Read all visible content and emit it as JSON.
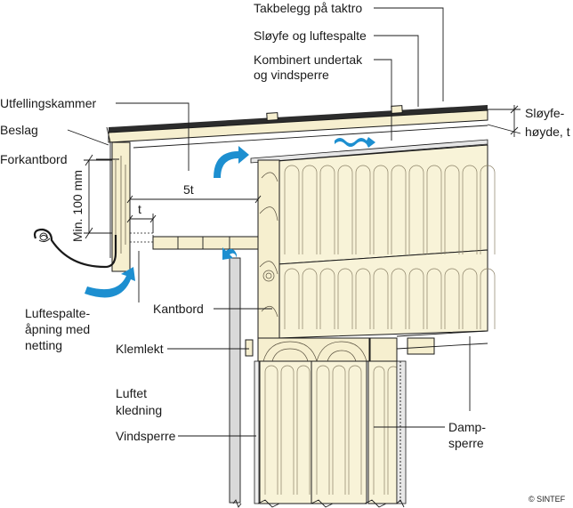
{
  "labels": {
    "roofing": "Takbelegg på taktro",
    "counter_batten": "Sløyfe og luftespalte",
    "underlay_1": "Kombinert undertak",
    "underlay_2": "og vindsperre",
    "gap_height_1": "Sløyfe-",
    "gap_height_2": "høyde, t",
    "spreading_chamber": "Utfellingskammer",
    "flashing": "Beslag",
    "fascia": "Forkantbord",
    "min_distance": "Min. 100 mm",
    "dim_5t": "5t",
    "dim_t": "t",
    "vent_opening_1": "Luftespalte-",
    "vent_opening_2": "åpning med",
    "vent_opening_3": "netting",
    "edge_board": "Kantbord",
    "clamp_batten": "Klemlekt",
    "cladding_1": "Luftet",
    "cladding_2": "kledning",
    "wind_barrier": "Vindsperre",
    "vapour_1": "Damp-",
    "vapour_2": "sperre",
    "copyright": "© SINTEF"
  },
  "colors": {
    "wood": "#f6efcf",
    "insulation": "#f8f3d8",
    "airflow": "#1d8fd0",
    "line": "#1a1a1a"
  }
}
